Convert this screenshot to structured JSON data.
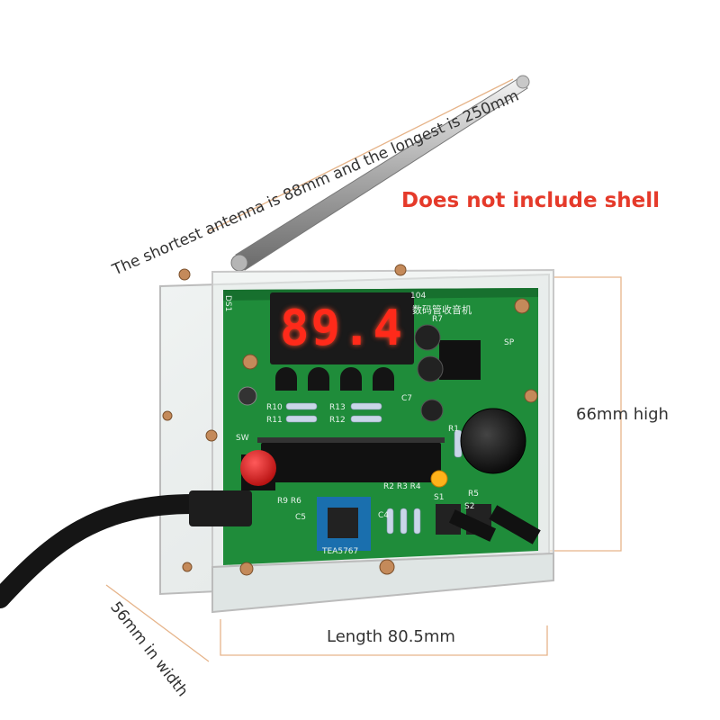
{
  "annotations": {
    "antenna": "The shortest antenna is 88mm and the longest is 250mm",
    "shell": "Does not include shell",
    "height": "66mm high",
    "length": "Length 80.5mm",
    "width": "56mm in width"
  },
  "board": {
    "display": "89.4",
    "title": "数码管收音机",
    "chip": "TEA5767",
    "silk": {
      "ds1": "DS1",
      "c104": "104",
      "r7": "R7",
      "sp": "SP",
      "r10": "R10",
      "r11": "R11",
      "r12": "R12",
      "r13": "R13",
      "c7": "C7",
      "sw": "SW",
      "r1": "R1",
      "r5": "R5",
      "s1": "S1",
      "s2": "S2",
      "r2r3r4": "R2 R3 R4",
      "c5": "C5",
      "c4": "C4",
      "r9r6": "R9 R6"
    }
  },
  "colors": {
    "accent_text": "#e53a2a",
    "pcb": "#1f8c3a",
    "led": "#ff2a1a"
  }
}
